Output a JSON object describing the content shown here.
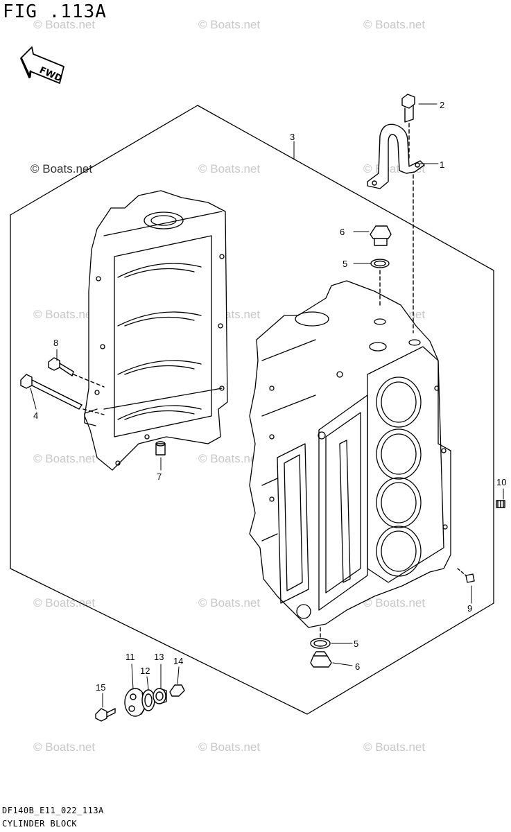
{
  "figure": {
    "title": "FIG .113A",
    "fwd_label": "FWD"
  },
  "watermark": "© Boats.net",
  "callouts": [
    "1",
    "2",
    "3",
    "4",
    "5",
    "6",
    "7",
    "8",
    "9",
    "10",
    "11",
    "12",
    "13",
    "14",
    "15"
  ],
  "callouts_dup": {
    "five": "5",
    "six": "6"
  },
  "footer": {
    "code": "DF140B_E11_022_113A",
    "caption": "CYLINDER BLOCK"
  }
}
